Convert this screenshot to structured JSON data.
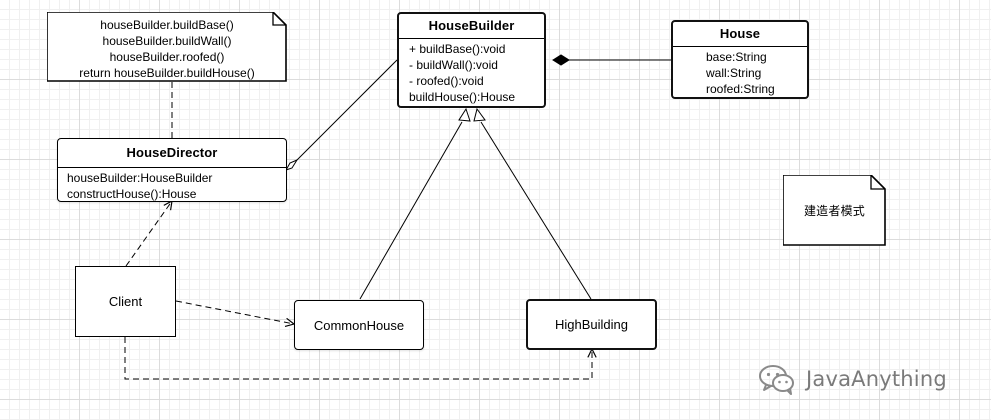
{
  "diagram": {
    "title": "建造者模式",
    "notes": {
      "builder_code": {
        "lines": [
          "houseBuilder.buildBase()",
          "houseBuilder.buildWall()",
          "houseBuilder.roofed()",
          "return houseBuilder.buildHouse()"
        ]
      },
      "pattern_label": "建造者模式"
    },
    "classes": {
      "house_builder": {
        "name": "HouseBuilder",
        "members": [
          "+ buildBase():void",
          "- buildWall():void",
          "- roofed():void",
          "buildHouse():House"
        ]
      },
      "house": {
        "name": "House",
        "members": [
          "base:String",
          "wall:String",
          "roofed:String"
        ]
      },
      "house_director": {
        "name": "HouseDirector",
        "members": [
          "houseBuilder:HouseBuilder",
          "constructHouse():House"
        ]
      },
      "client": {
        "name": "Client"
      },
      "common_house": {
        "name": "CommonHouse"
      },
      "high_building": {
        "name": "HighBuilding"
      }
    },
    "watermark": {
      "text": "JavaAnything",
      "icon": "wechat-logo-icon"
    },
    "colors": {
      "canvas": "#ffffff",
      "grid_major": "#dcdcdc",
      "grid_minor": "#f0f0f0",
      "stroke": "#000000",
      "watermark": "#7a7a7a"
    }
  }
}
